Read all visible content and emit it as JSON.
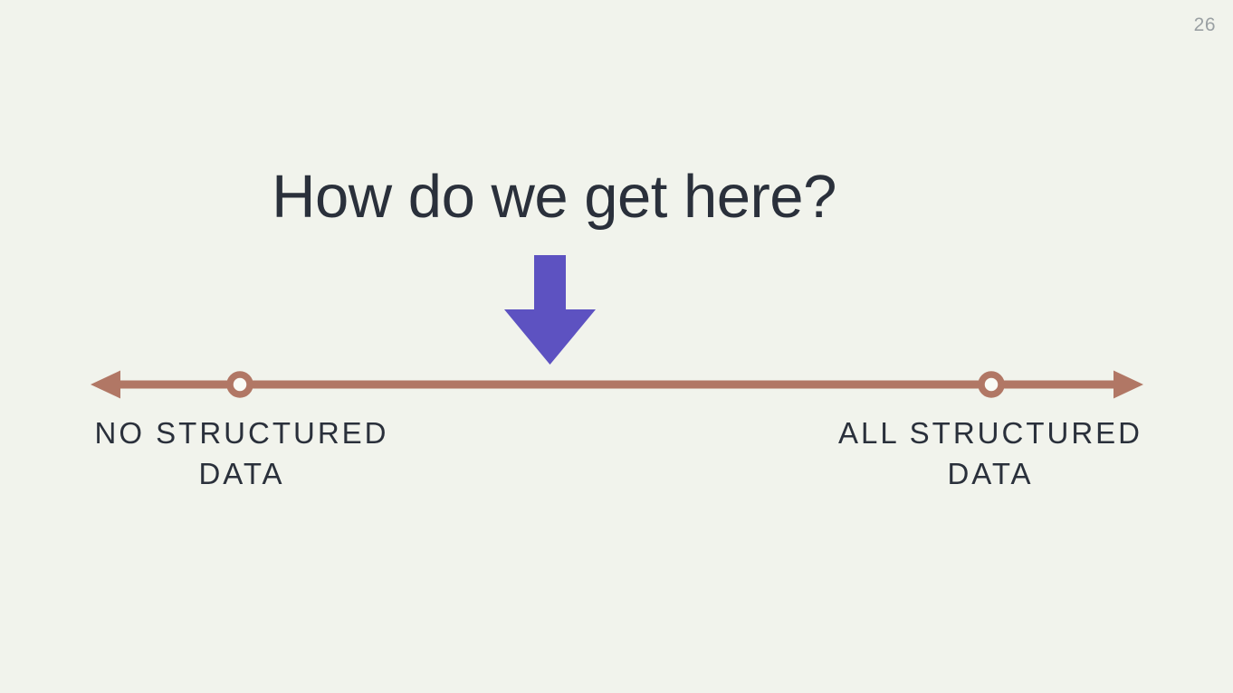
{
  "page": {
    "number": "26"
  },
  "title": "How do we get here?",
  "spectrum": {
    "left": {
      "line1": "NO STRUCTURED",
      "line2": "DATA"
    },
    "right": {
      "line1": "ALL STRUCTURED",
      "line2": "DATA"
    }
  },
  "icons": {
    "down_arrow": "down-arrow-icon",
    "left_arrowhead": "left-arrowhead-icon",
    "right_arrowhead": "right-arrowhead-icon",
    "point_marker": "ring-marker-icon"
  },
  "colors": {
    "background": "#f1f3ec",
    "text": "#2a303b",
    "page_number": "#9aa0a3",
    "arrow_purple": "#5d52c1",
    "line_terracotta": "#b17765",
    "marker_hole": "#fafbf6"
  }
}
